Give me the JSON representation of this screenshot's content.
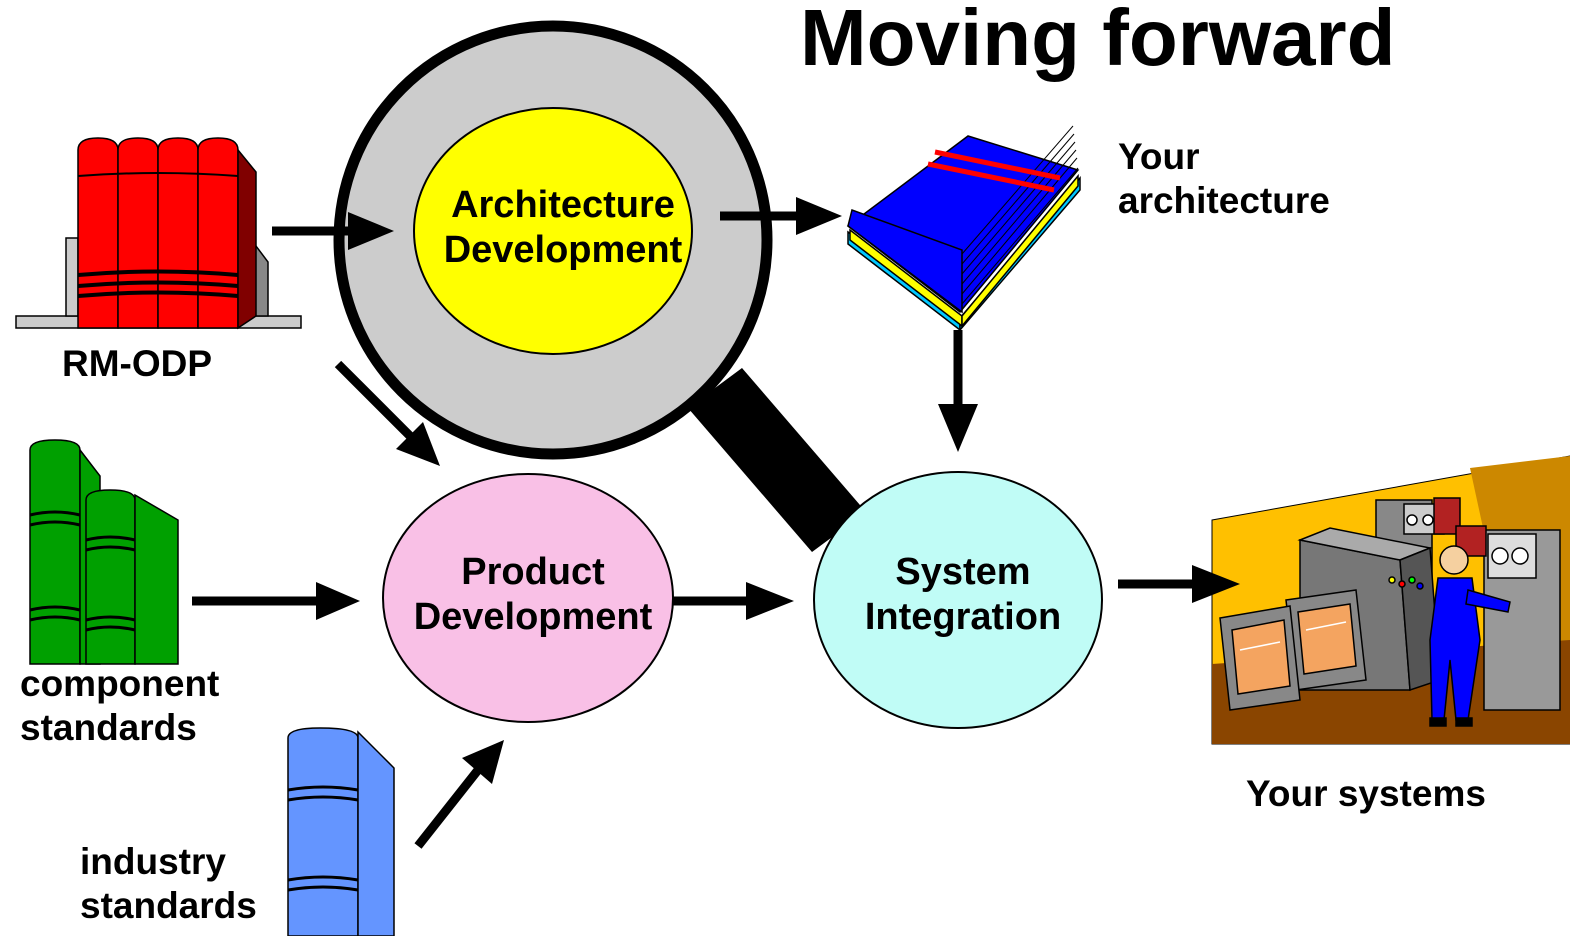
{
  "title": "Moving forward",
  "sources": {
    "rm_odp": "RM-ODP",
    "component_standards": [
      "component",
      "standards"
    ],
    "industry_standards": [
      "industry",
      "standards"
    ]
  },
  "processes": {
    "architecture_development": [
      "Architecture",
      "Development"
    ],
    "product_development": [
      "Product",
      "Development"
    ],
    "system_integration": [
      "System",
      "Integration"
    ]
  },
  "outputs": {
    "your_architecture": [
      "Your",
      "architecture"
    ],
    "your_systems": "Your systems"
  },
  "colors": {
    "architecture_fill": "#ffff00",
    "product_fill": "#f9c0e6",
    "system_fill": "#c0fcf6",
    "magnifier_ring": "#cccccc",
    "rm_odp_books": "#ff0000",
    "component_books": "#00a000",
    "industry_book": "#6495ff",
    "architecture_book": "#0000ff"
  }
}
